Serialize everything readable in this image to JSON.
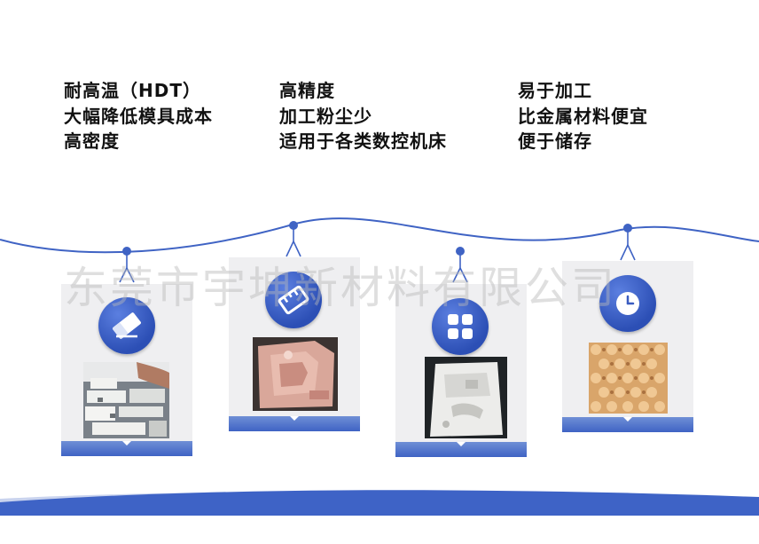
{
  "features": {
    "col1": [
      "耐高温（HDT）",
      "大幅降低模具成本",
      "高密度"
    ],
    "col2": [
      "高精度",
      "加工粉尘少",
      "适用于各类数控机床"
    ],
    "col3": [
      "易于加工",
      "比金属材料便宜",
      "便于储存"
    ]
  },
  "watermark": "东莞市宇坤新材料有限公司",
  "colors": {
    "accent": "#3f63c4",
    "card_background": "#efeff1",
    "bottom_wave": "#3e63c6"
  },
  "cards": [
    {
      "icon": "eraser-icon",
      "photo": "machined-white-mold-parts"
    },
    {
      "icon": "ruler-pencil-icon",
      "photo": "pink-board-mold"
    },
    {
      "icon": "grid-icon",
      "photo": "white-cnc-block"
    },
    {
      "icon": "clock-icon",
      "photo": "tan-textured-board"
    }
  ]
}
